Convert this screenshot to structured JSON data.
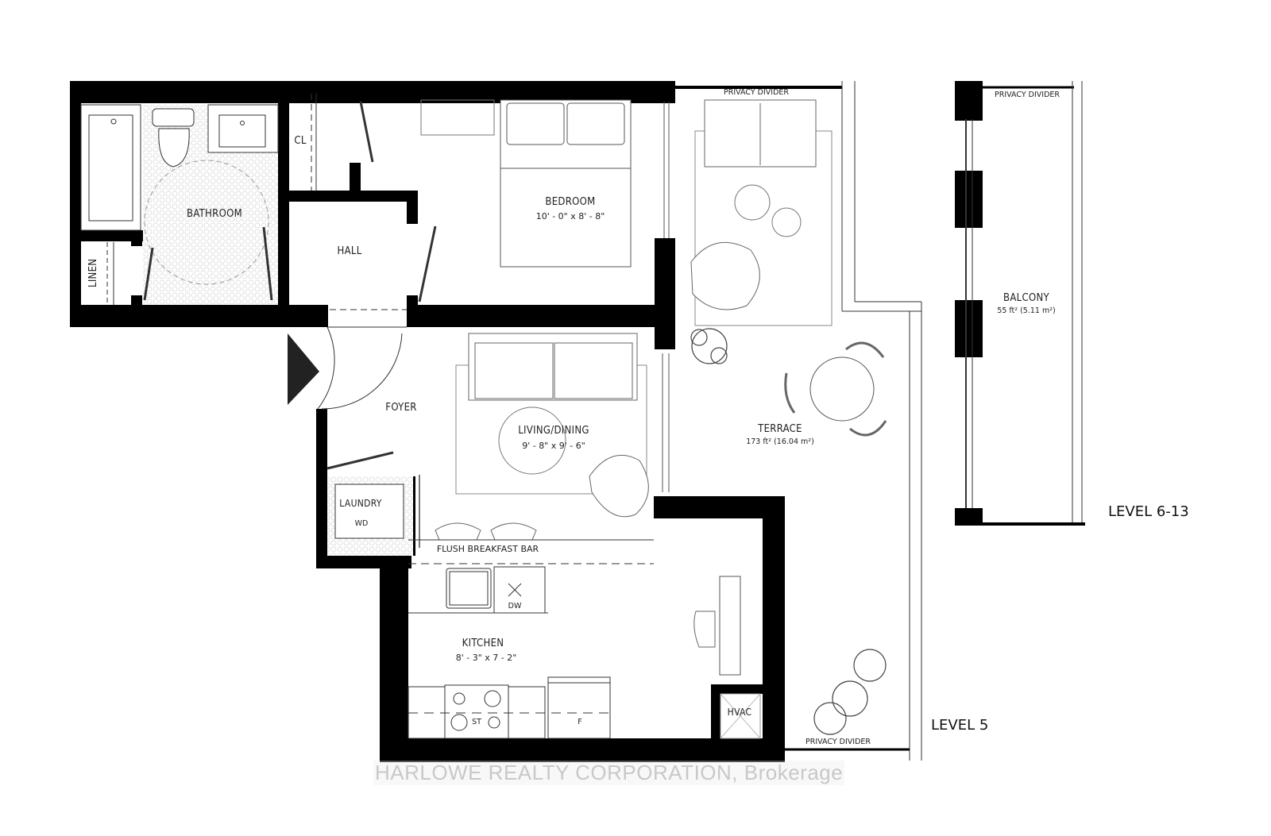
{
  "plan": {
    "rooms": {
      "bedroom": {
        "name": "BEDROOM",
        "dimensions": "10' - 0\" x   8' - 8\""
      },
      "living_dining": {
        "name": "LIVING/DINING",
        "dimensions": "9' - 8\" x  9' - 6\""
      },
      "kitchen": {
        "name": "KITCHEN",
        "dimensions": "8' - 3\" x   7 - 2\""
      },
      "bathroom": {
        "name": "BATHROOM"
      },
      "hall": {
        "name": "HALL"
      },
      "foyer": {
        "name": "FOYER"
      },
      "laundry": {
        "name": "LAUNDRY",
        "appliance": "WD"
      },
      "closet": {
        "name": "CL"
      },
      "linen": {
        "name": "LINEN"
      },
      "terrace": {
        "name": "TERRACE",
        "area": "173 ft² (16.04 m²)"
      },
      "balcony": {
        "name": "BALCONY",
        "area": "55 ft² (5.11 m²)"
      }
    },
    "fixtures": {
      "breakfast_bar": "FLUSH BREAKFAST BAR",
      "dishwasher": "DW",
      "stove": "ST",
      "fridge": "F",
      "hvac": "HVAC"
    },
    "dividers": {
      "terrace_top": "PRIVACY DIVIDER",
      "terrace_bottom": "PRIVACY DIVIDER",
      "balcony_top": "PRIVACY DIVIDER"
    },
    "levels": {
      "terrace_level": "LEVEL 5",
      "balcony_level": "LEVEL 6-13"
    },
    "entry_marker": "entry-arrow",
    "watermark": "HARLOWE REALTY CORPORATION, Brokerage"
  }
}
